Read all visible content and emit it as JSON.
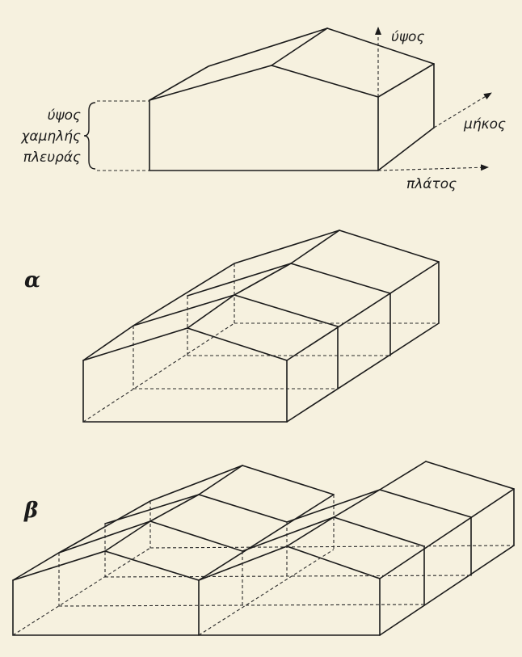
{
  "labels": {
    "height": "ύψος",
    "length": "μήκος",
    "width": "πλάτος",
    "low_side_height_line1": "ύψος",
    "low_side_height_line2": "χαμηλής",
    "low_side_height_line3": "πλευράς",
    "figure_a": "α",
    "figure_b": "β"
  },
  "colors": {
    "paper": "#f6f1df",
    "ink": "#1b1b1b"
  }
}
